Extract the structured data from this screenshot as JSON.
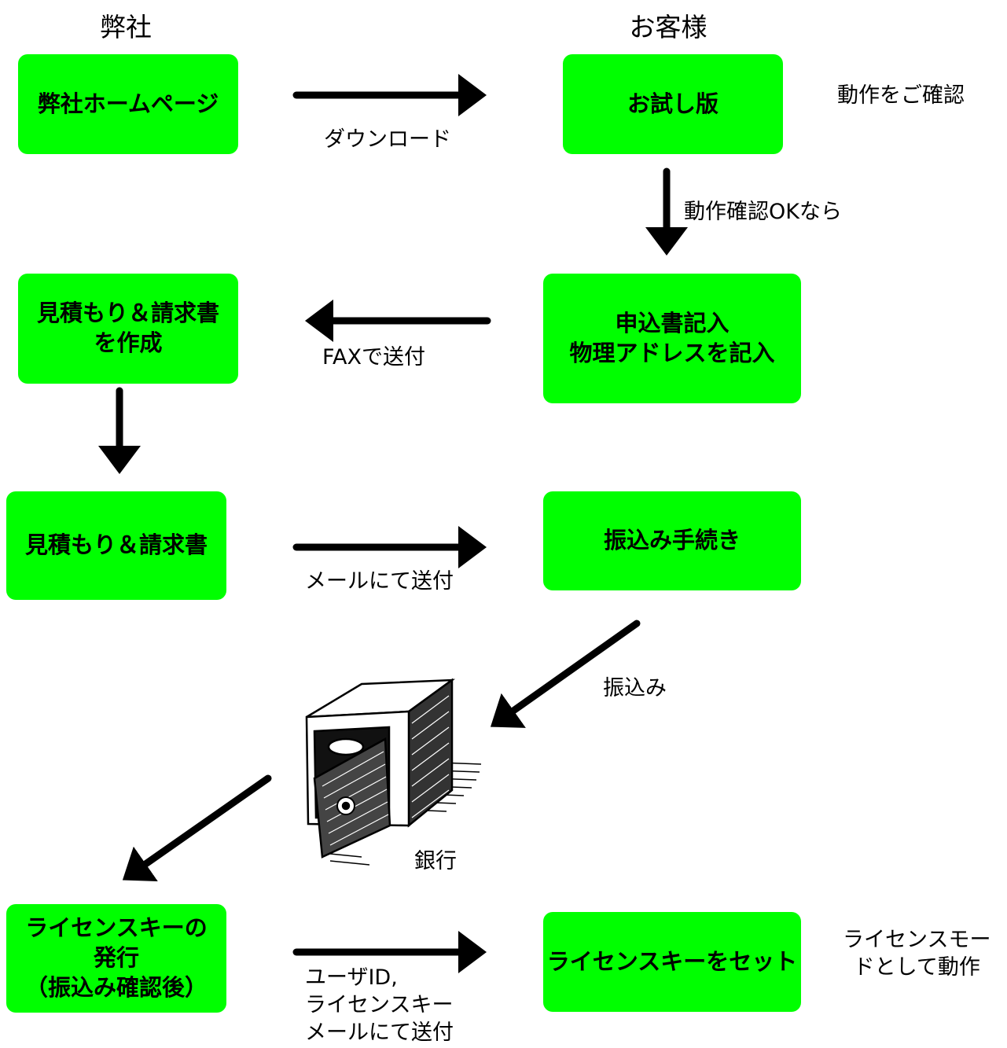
{
  "headers": {
    "company": "弊社",
    "customer": "お客様"
  },
  "boxes": {
    "homepage": "弊社ホームページ",
    "trial": "お試し版",
    "application": "申込書記入\n物理アドレスを記入",
    "estimate_create": "見積もり＆請求書\nを作成",
    "estimate": "見積もり＆請求書",
    "payment_procedure": "振込み手続き",
    "license_issue": "ライセンスキーの\n発行\n（振込み確認後）",
    "license_set": "ライセンスキーをセット"
  },
  "labels": {
    "download": "ダウンロード",
    "check_operation": "動作をご確認",
    "if_ok": "動作確認OKなら",
    "fax": "FAXで送付",
    "mail_send": "メールにて送付",
    "transfer": "振込み",
    "bank": "銀行",
    "userid_mail": "ユーザID,\nライセンスキー\nメールにて送付",
    "license_mode": "ライセンスモー\nドとして動作"
  },
  "colors": {
    "box_fill": "#00ff00",
    "arrow": "#000000"
  }
}
